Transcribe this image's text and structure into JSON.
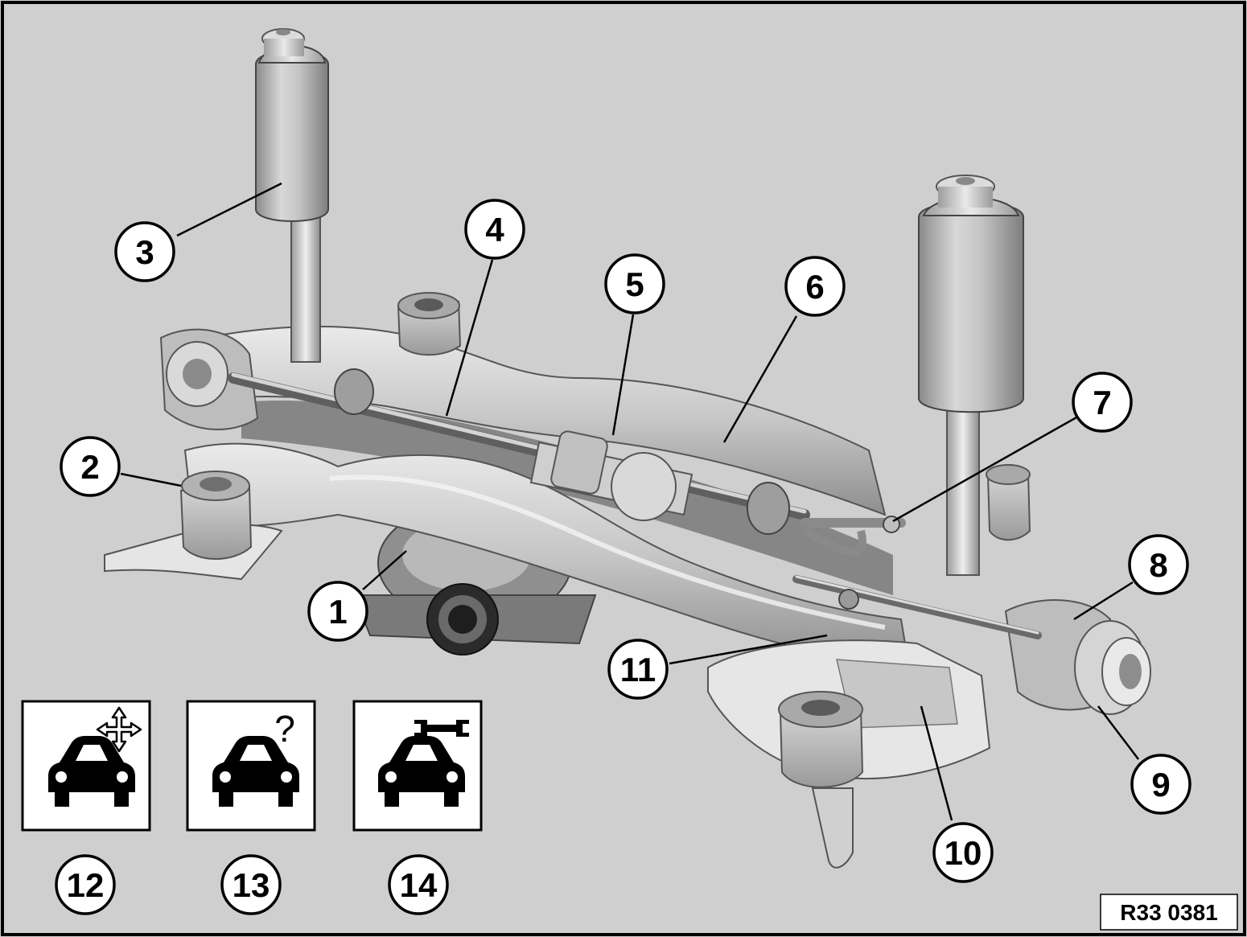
{
  "diagram": {
    "reference_code": "R33 0381",
    "callouts": [
      {
        "id": "1",
        "label": "1"
      },
      {
        "id": "2",
        "label": "2"
      },
      {
        "id": "3",
        "label": "3"
      },
      {
        "id": "4",
        "label": "4"
      },
      {
        "id": "5",
        "label": "5"
      },
      {
        "id": "6",
        "label": "6"
      },
      {
        "id": "7",
        "label": "7"
      },
      {
        "id": "8",
        "label": "8"
      },
      {
        "id": "9",
        "label": "9"
      },
      {
        "id": "10",
        "label": "10"
      },
      {
        "id": "11",
        "label": "11"
      },
      {
        "id": "12",
        "label": "12"
      },
      {
        "id": "13",
        "label": "13"
      },
      {
        "id": "14",
        "label": "14"
      }
    ],
    "icon_boxes": [
      {
        "icon": "car-with-move-arrows-icon",
        "callout": "12"
      },
      {
        "icon": "car-with-question-mark-icon",
        "callout": "13"
      },
      {
        "icon": "car-with-wrench-icon",
        "callout": "14"
      }
    ],
    "colors": {
      "background": "#cfcfcf",
      "border": "#000000",
      "part_light": "#e8e8e8",
      "part_mid": "#b5b5b5",
      "part_dark": "#6e6e6e"
    }
  }
}
